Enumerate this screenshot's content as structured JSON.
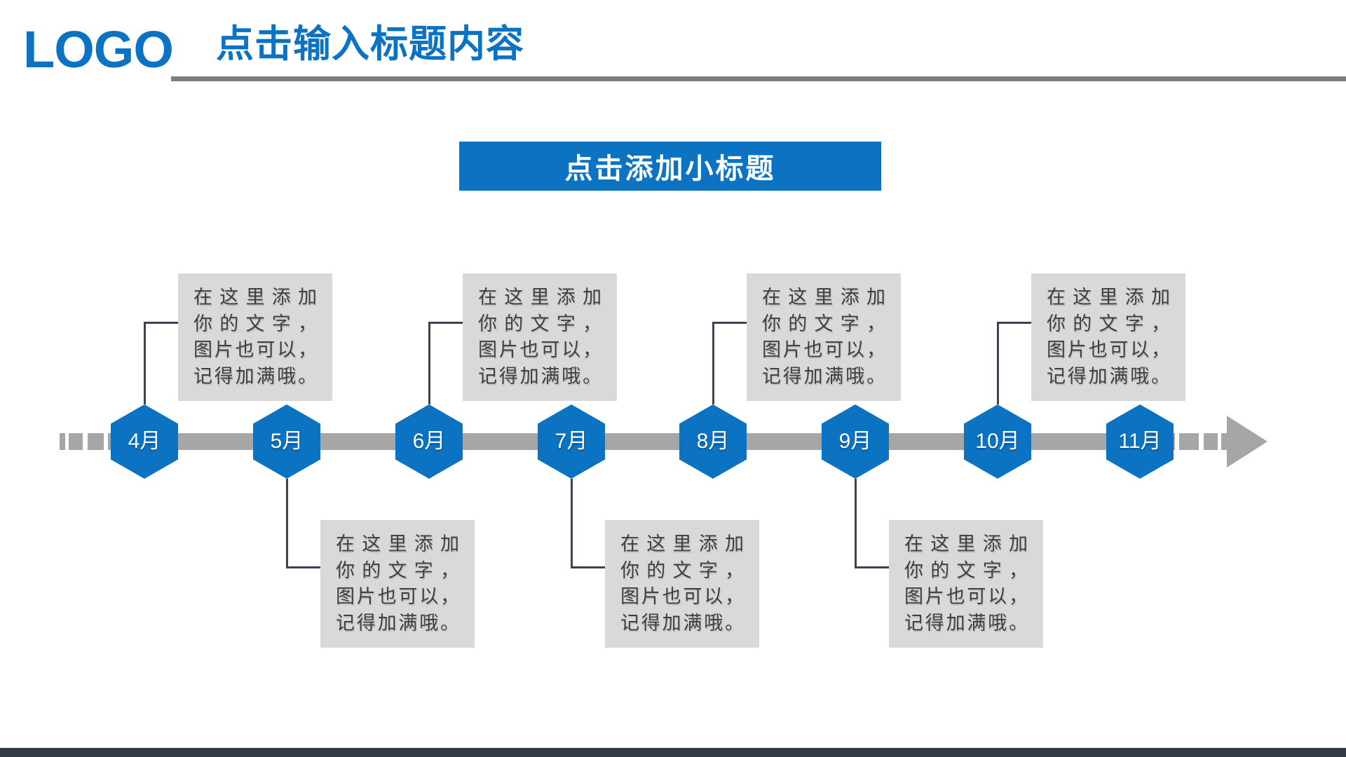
{
  "header": {
    "logo": "LOGO",
    "title": "点击输入标题内容",
    "accent_color": "#0c72c2",
    "rule_color": "#7f7f7f"
  },
  "subtitle_banner": {
    "label": "点击添加小标题",
    "bg_color": "#0c72c2",
    "text_color": "#ffffff"
  },
  "timeline": {
    "bar_color": "#a6a6a6",
    "node_color": "#0c72c2",
    "node_text_color": "#ffffff",
    "connector_color": "#3b4452",
    "note_bg_color": "#d9d9d9",
    "note_text_color": "#3f3f3f",
    "note_lines": [
      "在这里添加",
      "你的文字，",
      "图片也可以，",
      "记得加满哦。"
    ],
    "items": [
      {
        "label": "4月",
        "note_position": "above"
      },
      {
        "label": "5月",
        "note_position": "below"
      },
      {
        "label": "6月",
        "note_position": "above"
      },
      {
        "label": "7月",
        "note_position": "below"
      },
      {
        "label": "8月",
        "note_position": "above"
      },
      {
        "label": "9月",
        "note_position": "below"
      },
      {
        "label": "10月",
        "note_position": "above"
      },
      {
        "label": "11月",
        "note_position": "none"
      }
    ]
  },
  "footer": {
    "bar_color": "#353b45"
  }
}
